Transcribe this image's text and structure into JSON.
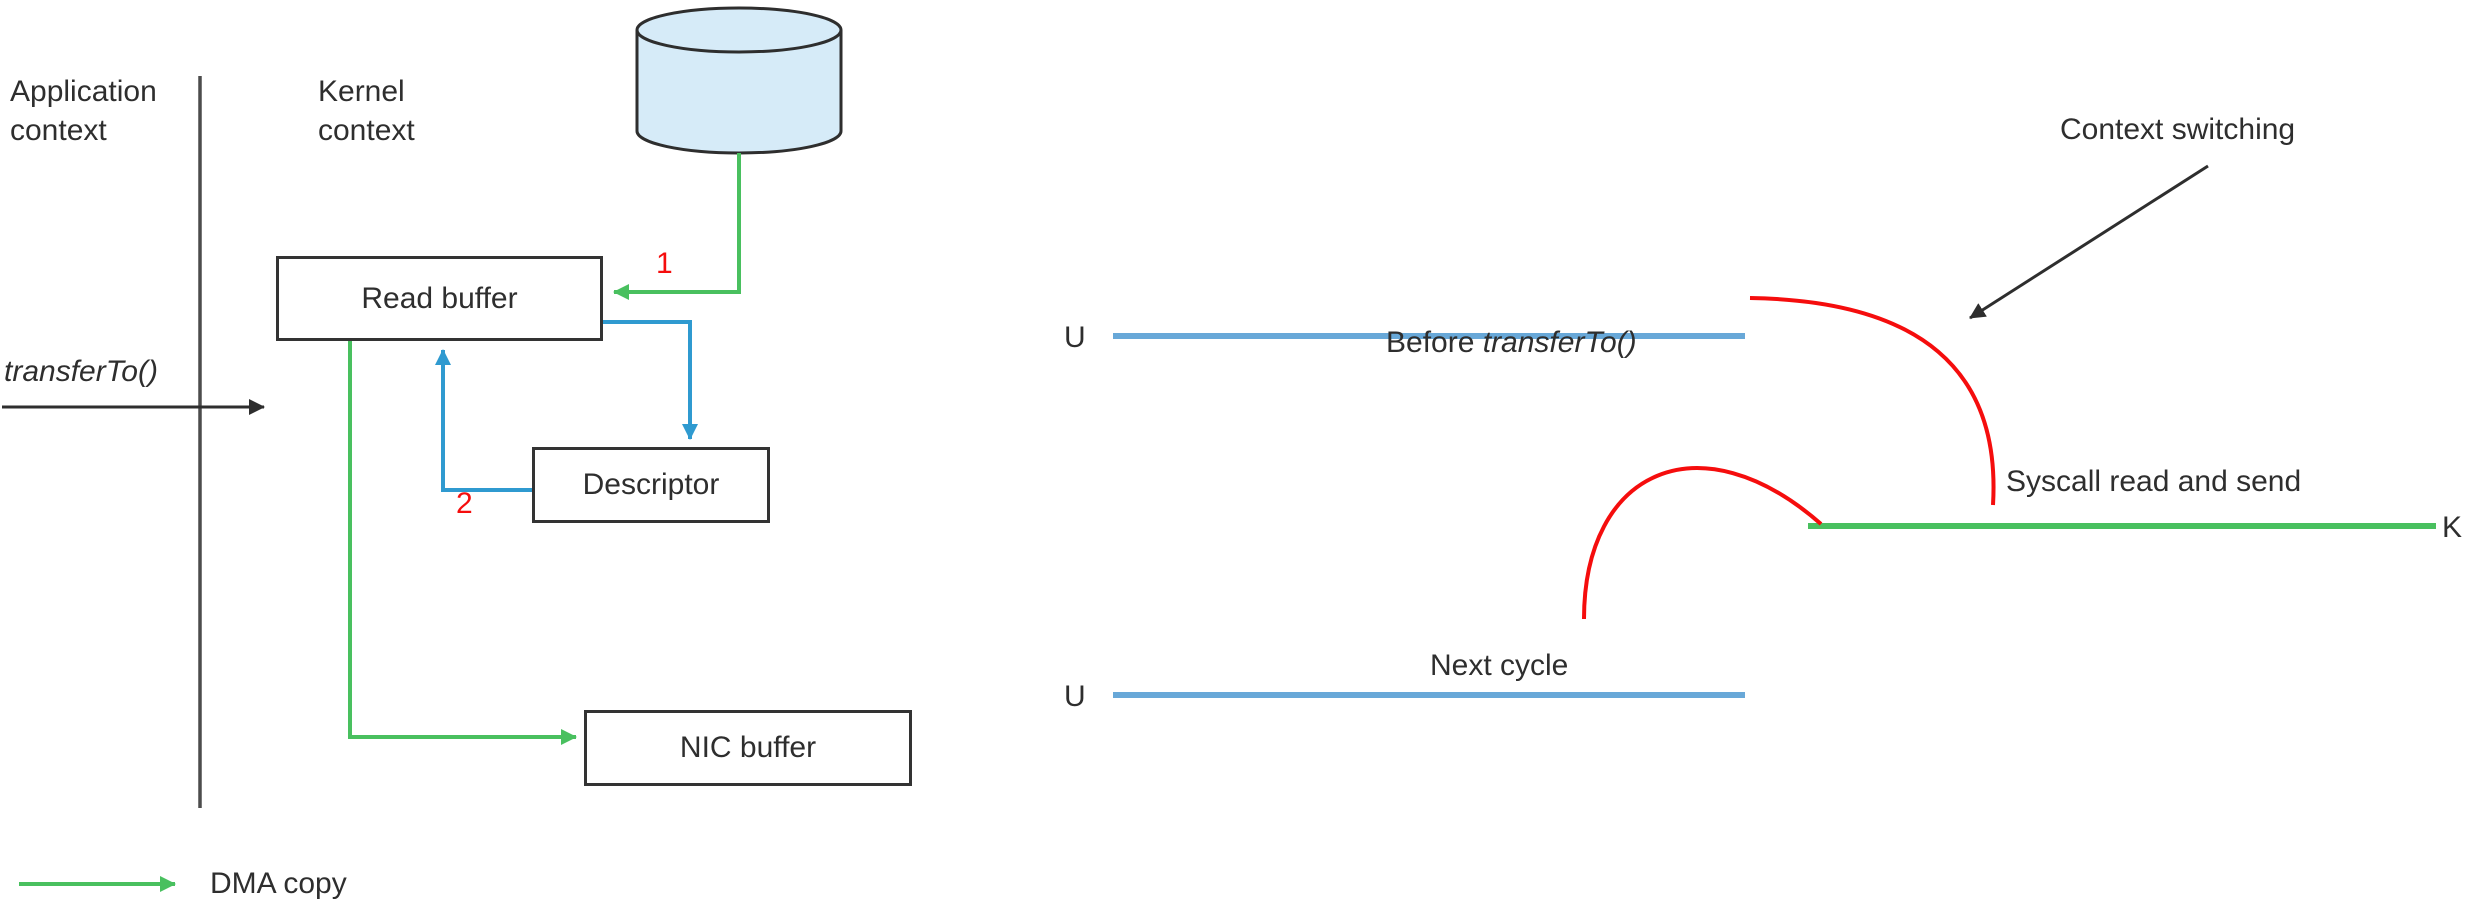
{
  "colors": {
    "green": "#49c05f",
    "blue_arrow": "#2f9ad0",
    "timeline_blue": "#68a8d8",
    "red": "#f50d0d",
    "ink": "#2e2e2e",
    "box_border": "#333333",
    "cylinder_fill": "#d6ebf8",
    "divider": "#4c4c4c"
  },
  "left": {
    "app_context": "Application\ncontext",
    "kernel_context": "Kernel\ncontext",
    "transfer_to": "transferTo()",
    "step1": "1",
    "step2": "2",
    "read_buffer": "Read buffer",
    "descriptor": "Descriptor",
    "nic_buffer": "NIC buffer",
    "dma_copy": "DMA copy"
  },
  "right": {
    "context_switching": "Context switching",
    "before_prefix": "Before ",
    "before_italic": "transferTo()",
    "syscall": "Syscall read and send",
    "next_cycle": "Next cycle",
    "u_top": "U",
    "u_bottom": "U",
    "k": "K"
  }
}
